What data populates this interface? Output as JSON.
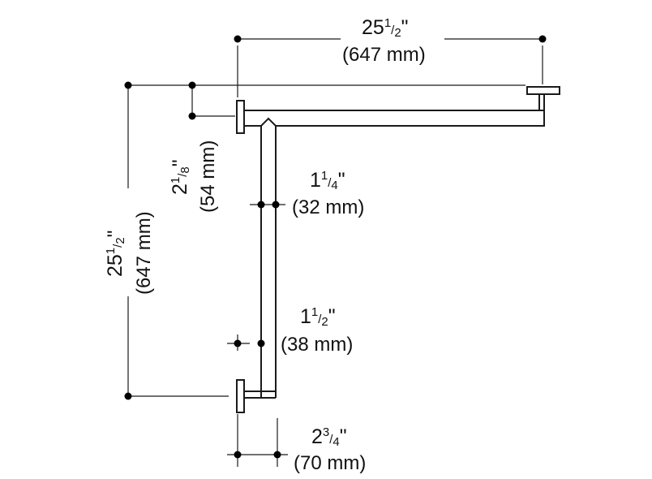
{
  "dimensions": {
    "top_width": {
      "whole": "25",
      "num": "1",
      "den": "2",
      "quote": "\"",
      "metric": "(647 mm)"
    },
    "left_height": {
      "whole": "25",
      "num": "1",
      "den": "2",
      "quote": "\"",
      "metric": "(647 mm)"
    },
    "offset": {
      "whole": "2",
      "num": "1",
      "den": "8",
      "quote": "\"",
      "metric": "(54 mm)"
    },
    "bar_diameter_upper": {
      "whole": "1",
      "num": "1",
      "den": "4",
      "quote": "\"",
      "metric": "(32 mm)"
    },
    "bar_diameter_lower": {
      "whole": "1",
      "num": "1",
      "den": "2",
      "quote": "\"",
      "metric": "(38 mm)"
    },
    "flange_projection": {
      "whole": "2",
      "num": "3",
      "den": "4",
      "quote": "\"",
      "metric": "(70 mm)"
    }
  },
  "colors": {
    "line": "#1a1a1a",
    "dot": "#000000",
    "background": "#ffffff"
  }
}
